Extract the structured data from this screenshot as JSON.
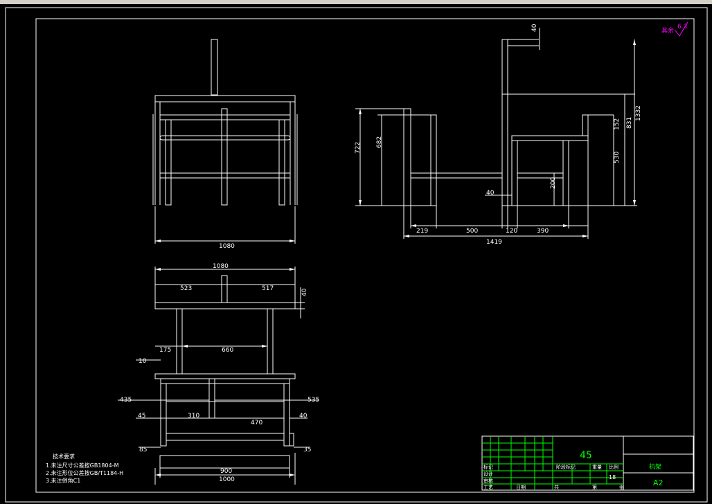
{
  "colors": {
    "background": "#000000",
    "line": "#ffffff",
    "accent_green": "#00ff00",
    "accent_magenta": "#ff00ff",
    "window_chrome": "#d4d0c8"
  },
  "front_view": {
    "width_label": "1080"
  },
  "side_view": {
    "dims": {
      "top_40": "40",
      "h_1332": "1332",
      "h_831": "831",
      "h_152": "152",
      "h_530": "530",
      "h_200": "200",
      "h_722": "722",
      "h_682": "682",
      "off_40": "40",
      "w_219": "219",
      "w_500": "500",
      "w_120": "120",
      "w_390": "390",
      "w_1419": "1419"
    }
  },
  "top_view": {
    "dims": {
      "w_1080": "1080",
      "w_523": "523",
      "w_517": "517",
      "t_40": "40",
      "w_175": "175",
      "w_660": "660",
      "w_10": "10",
      "w_435": "435",
      "w_535": "535",
      "w_45": "45",
      "w_310": "310",
      "w_470": "470",
      "w_40": "40",
      "w_85": "85",
      "w_35": "35",
      "w_900": "900",
      "w_1000": "1000"
    }
  },
  "surface_finish": {
    "label": "其余",
    "value": "6.3"
  },
  "notes": {
    "title": "技术要求",
    "items": [
      "1.未注尺寸公差按GB1804-M",
      "2.未注形位公差按GB/T1184-H",
      "3.未注倒角C1"
    ]
  },
  "title_block": {
    "material": "45",
    "part_name": "机架",
    "sheet_size": "A2",
    "scale_value": "18",
    "row_labels": [
      "标记",
      "设计",
      "审核",
      "工艺"
    ],
    "col_headers": [
      "阶段标记",
      "重量",
      "比例"
    ],
    "date_label": "日期",
    "sheet_label": "共",
    "of_label": "张",
    "sheet_no_label": "第"
  }
}
